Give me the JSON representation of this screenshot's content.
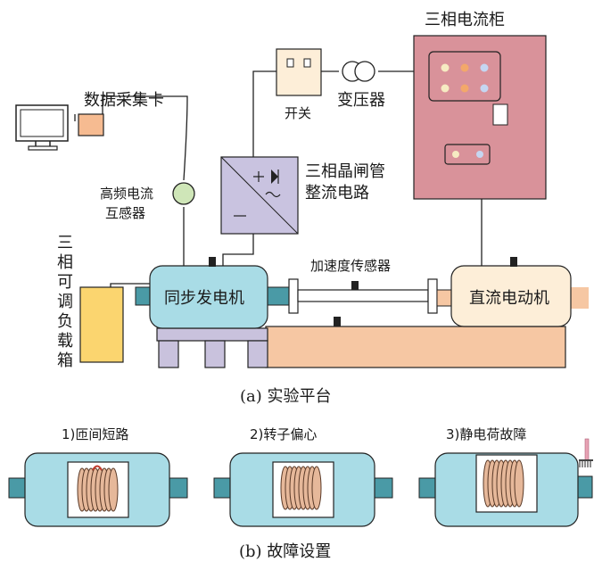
{
  "labels": {
    "daq_card": "数据采集卡",
    "hf_ct_line1": "高频电流",
    "hf_ct_line2": "互感器",
    "switch": "开关",
    "transformer": "变压器",
    "cabinet": "三相电流柜",
    "thyristor_line1": "三相晶闸管",
    "thyristor_line2": "整流电路",
    "load_vertical": [
      "三",
      "相",
      "可",
      "调",
      "负",
      "载",
      "箱"
    ],
    "accelerometer": "加速度传感器",
    "generator": "同步发电机",
    "dc_motor": "直流电动机"
  },
  "captions": {
    "a": "(a) 实验平台",
    "b": "(b) 故障设置"
  },
  "faults": [
    {
      "label": "1)匝间短路"
    },
    {
      "label": "2)转子偏心"
    },
    {
      "label": "3)静电荷故障"
    }
  ],
  "colors": {
    "generator_body": "#a9dce6",
    "platform": "#f6c7a3",
    "generator_stand": "#c9c2dd",
    "load_box": "#fbd56f",
    "cabinet": "#d9929a",
    "thyristor": "#c9c3e0",
    "daq": "#f6bb91",
    "switch_box": "#fdeed8",
    "ct_ring": "#cfe6b8",
    "shaft_end": "#4a9aa6",
    "coil": "#e6b89a"
  }
}
